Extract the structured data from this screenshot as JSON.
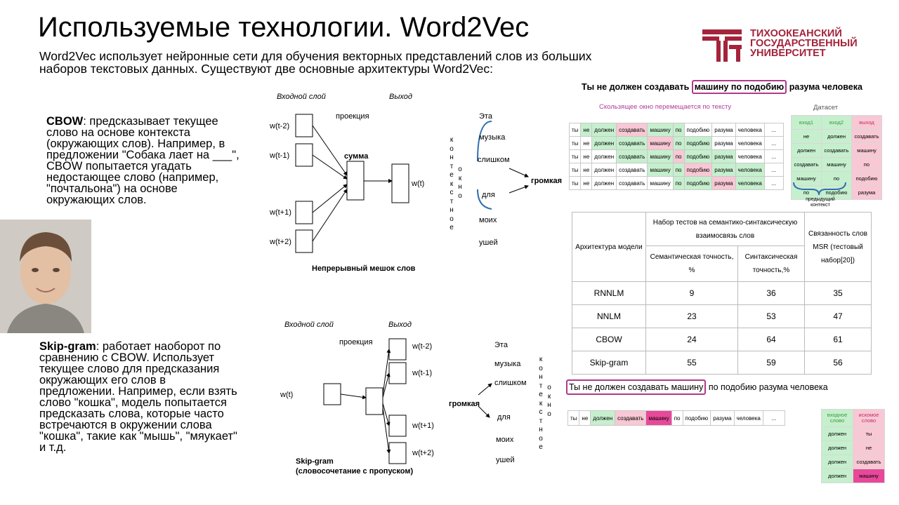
{
  "slide": {
    "title": "Используемые технологии. Word2Vec",
    "intro": "Word2Vec использует нейронные сети для обучения векторных представлений слов из больших наборов текстовых данных. Существуют две основные архитектуры Word2Vec:",
    "logo": {
      "line1": "ТИХООКЕАНСКИЙ",
      "line2": "ГОСУДАРСТВЕННЫЙ",
      "line3": "УНИВЕРСИТЕТ",
      "color": "#a3243b"
    },
    "cbow": {
      "term": "CBOW",
      "text": ": предсказывает текущее слово на основе контекста (окружающих слов). Например, в предложении \"Собака лает на ___\", CBOW попытается угадать недостающее слово (например, \"почтальона\") на основе окружающих слов."
    },
    "skipgram": {
      "term": "Skip-gram",
      "text": ": работает наоборот по сравнению с CBOW. Использует текущее слово для предсказания окружающих его слов в предложении. Например, если взять слово \"кошка\", модель попытается предсказать слова, которые часто встречаются в окружении слова \"кошка\", такие как \"мышь\", \"мяукает\" и т.д."
    }
  },
  "cbow_diagram": {
    "input_label": "Входной слой",
    "output_label": "Выход",
    "projection": "проекция",
    "sum": "сумма",
    "inputs": [
      "w(t-2)",
      "w(t-1)",
      "w(t+1)",
      "w(t+2)"
    ],
    "output": "w(t)",
    "caption": "Непрерывный мешок слов",
    "context_words": [
      "Эта",
      "музыка",
      "слишком",
      "для",
      "моих",
      "ушей"
    ],
    "target": "громкая",
    "vertical1": [
      "к",
      "о",
      "н",
      "т",
      "е",
      "к",
      "с",
      "т",
      "н",
      "о",
      "е"
    ],
    "vertical2": [
      "о",
      "к",
      "н",
      "о"
    ]
  },
  "skip_diagram": {
    "input_label": "Входной слой",
    "output_label": "Выход",
    "projection": "проекция",
    "input": "w(t)",
    "outputs": [
      "w(t-2)",
      "w(t-1)",
      "w(t+1)",
      "w(t+2)"
    ],
    "caption1": "Skip-gram",
    "caption2": "(словосочетание с пропуском)",
    "context_words": [
      "Эта",
      "музыка",
      "слишком",
      "для",
      "моих",
      "ушей"
    ],
    "source": "громкая"
  },
  "sliding": {
    "sentence_pre": "Ты не должен создавать",
    "sentence_box": "машину по подобию",
    "sentence_post": "разума человека",
    "caption": "Скользящее окно перемещается по тексту",
    "rows": [
      [
        "ты",
        "не",
        "должен",
        "создавать",
        "машину",
        "по",
        "подобию",
        "разума",
        "человека",
        "..."
      ]
    ],
    "dataset_title": "Датасет",
    "dataset_head": [
      "вход1",
      "вход2",
      "выход"
    ],
    "dataset_rows": [
      [
        "не",
        "должен",
        "создавать"
      ],
      [
        "должен",
        "создавать",
        "машину"
      ],
      [
        "создавать",
        "машину",
        "по"
      ],
      [
        "машину",
        "по",
        "подобию"
      ],
      [
        "по",
        "подобию",
        "разума"
      ]
    ],
    "prev_context": "предыдущий контекст"
  },
  "results": {
    "head_arch": "Архитектура модели",
    "head_group": "Набор тестов на семантико-синтаксическую взаимосвязь слов",
    "head_sem": "Семантическая точность, %",
    "head_syn": "Синтаксическая точность,%",
    "head_msr": "Связанность слов MSR (тестовый набор[20])",
    "rows": [
      [
        "RNNLM",
        "9",
        "36",
        "35"
      ],
      [
        "NNLM",
        "23",
        "53",
        "47"
      ],
      [
        "CBOW",
        "24",
        "64",
        "61"
      ],
      [
        "Skip-gram",
        "55",
        "59",
        "56"
      ]
    ]
  },
  "skip_sentence": {
    "pre": "Ты не должен создавать машину",
    "post": "по подобию разума человека",
    "words": [
      "ты",
      "не",
      "должен",
      "создавать",
      "машину",
      "по",
      "подобию",
      "разума",
      "человека",
      "..."
    ],
    "ds_head": [
      "входное слово",
      "искомое слово"
    ],
    "ds_rows": [
      [
        "должен",
        "ты"
      ],
      [
        "должен",
        "не"
      ],
      [
        "должен",
        "создавать"
      ],
      [
        "должен",
        "машину"
      ]
    ]
  }
}
